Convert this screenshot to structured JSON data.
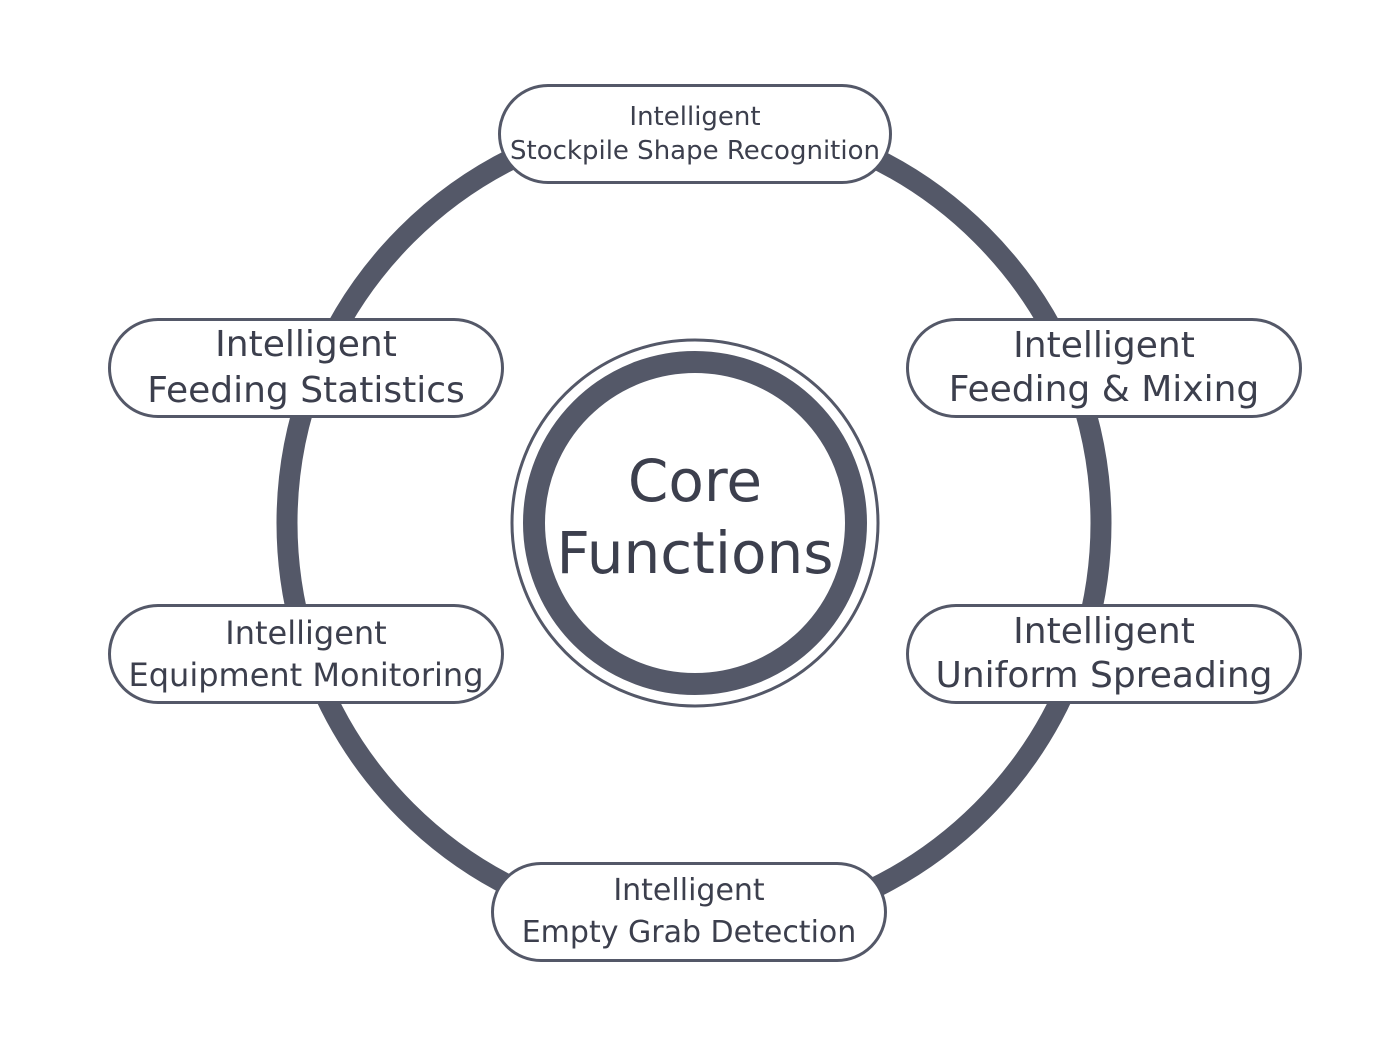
{
  "diagram": {
    "center": {
      "line1": "Core",
      "line2": "Functions"
    },
    "nodes": [
      {
        "id": "top",
        "line1": "Intelligent",
        "line2": "Stockpile Shape Recognition"
      },
      {
        "id": "left-1",
        "line1": "Intelligent",
        "line2": "Feeding Statistics"
      },
      {
        "id": "right-1",
        "line1": "Intelligent",
        "line2": "Feeding & Mixing"
      },
      {
        "id": "left-2",
        "line1": "Intelligent",
        "line2": "Equipment Monitoring"
      },
      {
        "id": "right-2",
        "line1": "Intelligent",
        "line2": "Uniform Spreading"
      },
      {
        "id": "bottom",
        "line1": "Intelligent",
        "line2": "Empty Grab Detection"
      }
    ]
  },
  "colors": {
    "ring": "#545868",
    "text": "#3c3f4d",
    "background": "#ffffff"
  }
}
